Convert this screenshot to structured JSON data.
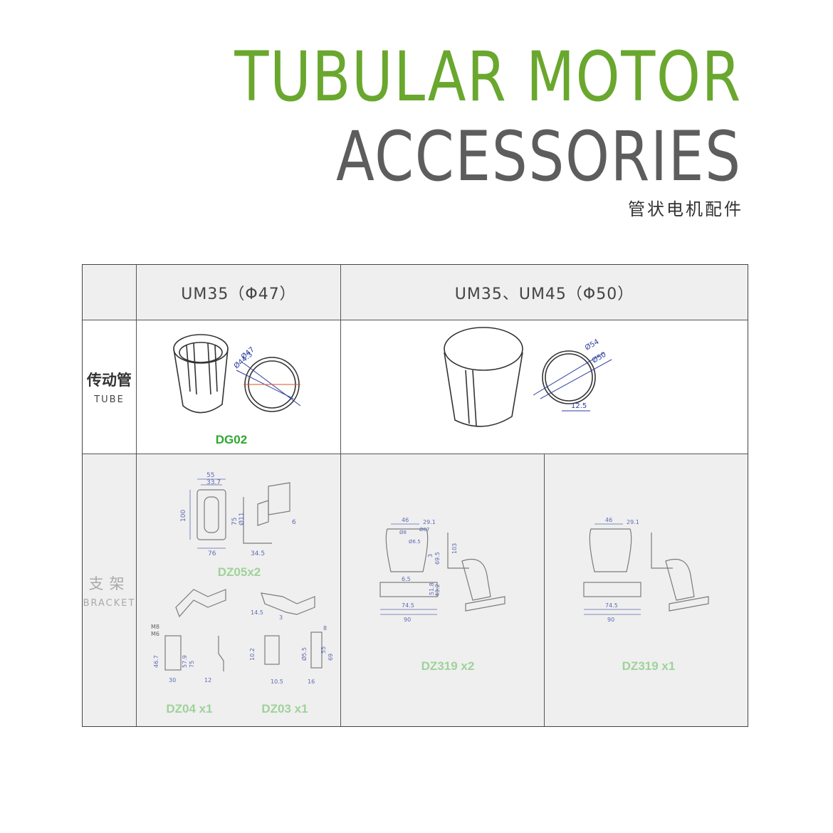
{
  "header": {
    "title_line1": "TUBULAR MOTOR",
    "title_line2": "ACCESSORIES",
    "subtitle_cn": "管状电机配件"
  },
  "table": {
    "columns": [
      "UM35（Φ47）",
      "UM35、UM45（Φ50）"
    ],
    "rows": [
      {
        "label_cn": "传动管",
        "label_en": "TUBE"
      },
      {
        "label_cn": "支架",
        "label_en": "BRACKET"
      }
    ],
    "tube": {
      "model_47": "DG02",
      "dims_47": [
        "Ø47",
        "Ø44.3"
      ],
      "dims_50": [
        "Ø54",
        "Ø50",
        "12.5"
      ]
    },
    "bracket": {
      "dz05": {
        "label": "DZ05x2",
        "dims": [
          "55",
          "33.7",
          "100",
          "75",
          "Ø11",
          "76",
          "34.5",
          "6"
        ]
      },
      "dz04": {
        "label": "DZ04 x1",
        "dims": [
          "M8",
          "M6",
          "46.7",
          "57.9",
          "75",
          "30",
          "12"
        ]
      },
      "dz03": {
        "label": "DZ03 x1",
        "dims": [
          "14.5",
          "3",
          "10.2",
          "Ø5.5",
          "55",
          "69",
          "10.5",
          "16",
          "8"
        ]
      },
      "dz319_a": {
        "label": "DZ319 x2"
      },
      "dz319_b": {
        "label": "DZ319  x1"
      },
      "dz319_dims": [
        "46",
        "29.1",
        "Ø8",
        "Ø67",
        "Ø6.5",
        "3",
        "69.5",
        "103",
        "6.5",
        "43.2",
        "51.8",
        "74.5",
        "90"
      ]
    }
  },
  "colors": {
    "title_green": "#6aa72e",
    "title_gray": "#5d5d5d",
    "model_green": "#2ea82e",
    "model_pale_green": "#9fd29a",
    "dimension_blue": "#2b3c9e",
    "cell_gray": "#efefef"
  }
}
